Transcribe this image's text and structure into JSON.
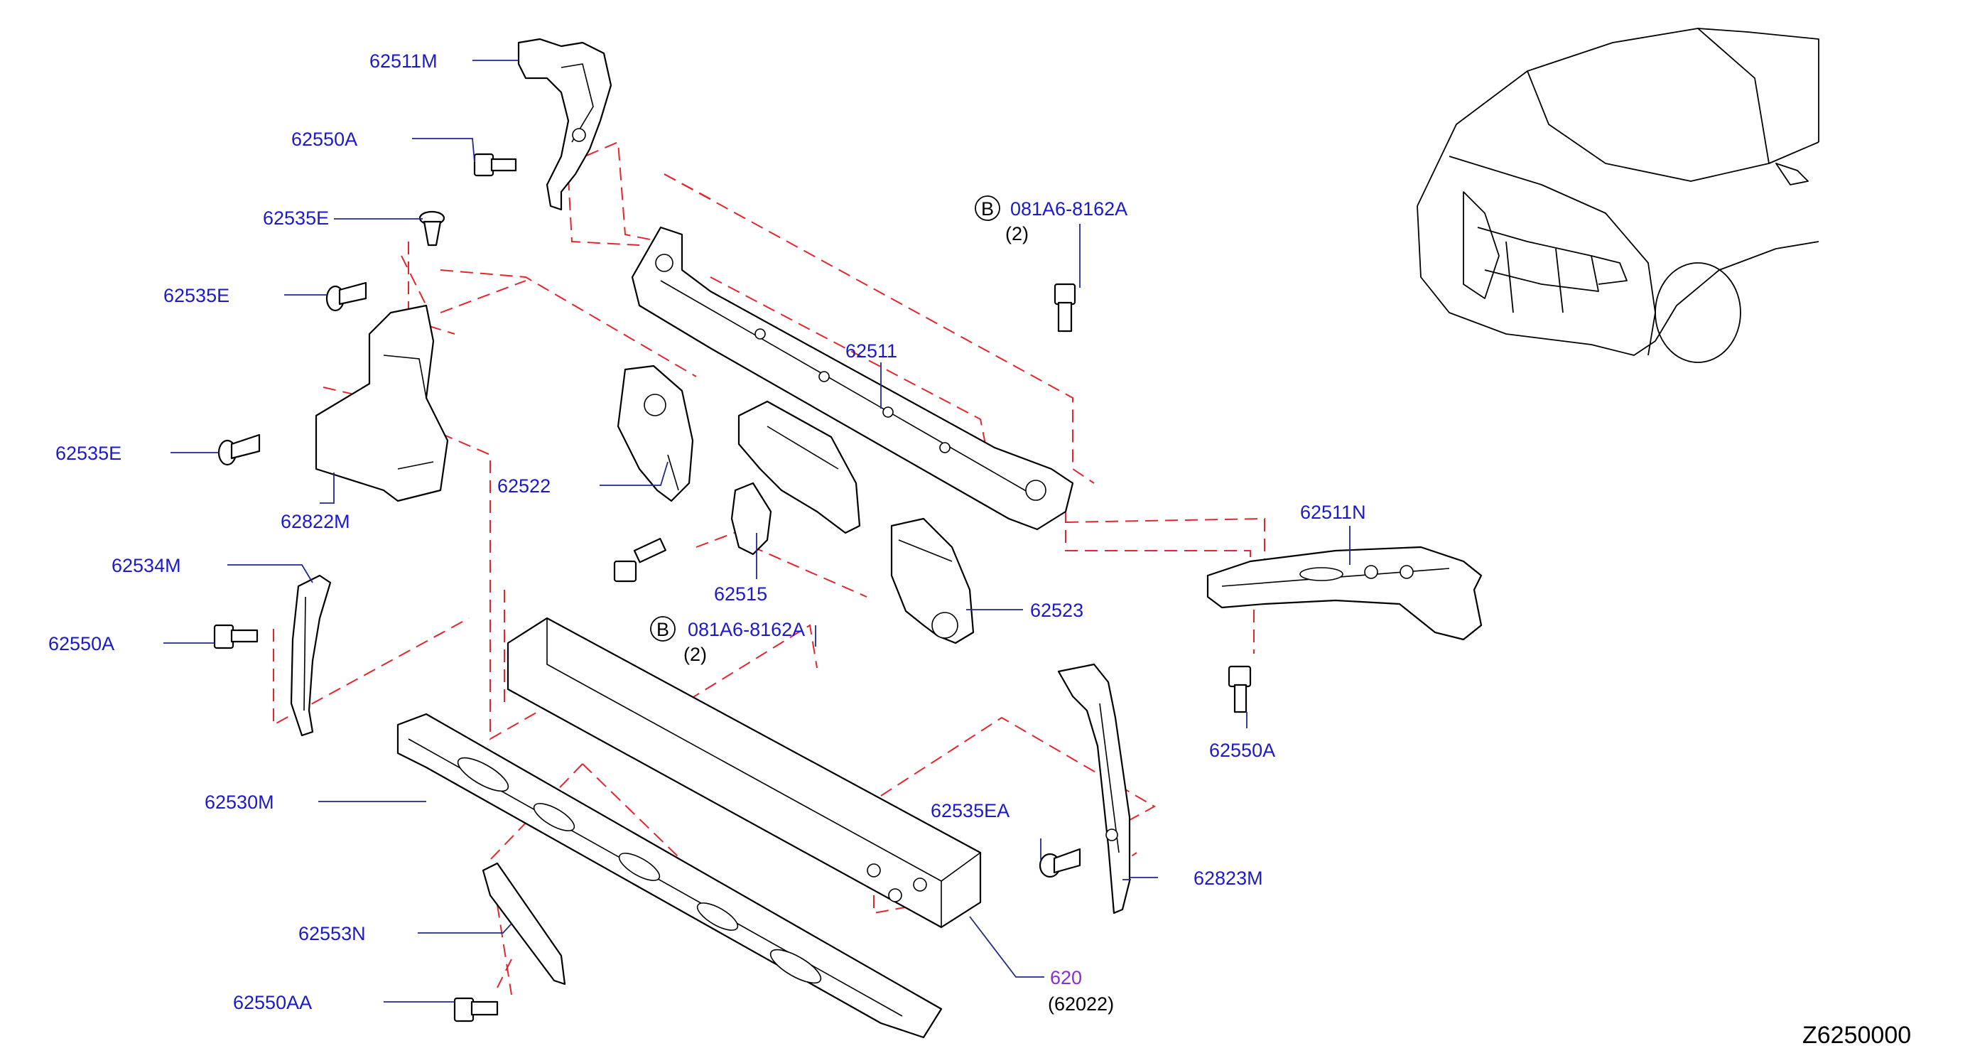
{
  "colors": {
    "label": "#1a1acc",
    "label_alt": "#8a2be2",
    "leader": "#1f2a8a",
    "dash": "#e3262e",
    "stroke": "#000000"
  },
  "labels": {
    "p62511M": "62511M",
    "p62550A_top": "62550A",
    "p62535E_top": "62535E",
    "p62535E_mid": "62535E",
    "p62535E_low": "62535E",
    "p62822M": "62822M",
    "p62534M": "62534M",
    "p62550A_left": "62550A",
    "p62530M": "62530M",
    "p62553N": "62553N",
    "p62550AA": "62550AA",
    "p62522": "62522",
    "p62511": "62511",
    "p62515": "62515",
    "p62523": "62523",
    "p62511N": "62511N",
    "p62550A_right": "62550A",
    "p62535EA": "62535EA",
    "p62823M": "62823M",
    "p620": "620",
    "bolt_top": "081A6-8162A",
    "bolt_mid": "081A6-8162A"
  },
  "sublabels": {
    "bolt_top_qty": "(2)",
    "bolt_mid_qty": "(2)",
    "p620_sub": "(62022)"
  },
  "badges": {
    "bolt_top": "B",
    "bolt_mid": "B"
  },
  "diagram_code": "Z6250000"
}
